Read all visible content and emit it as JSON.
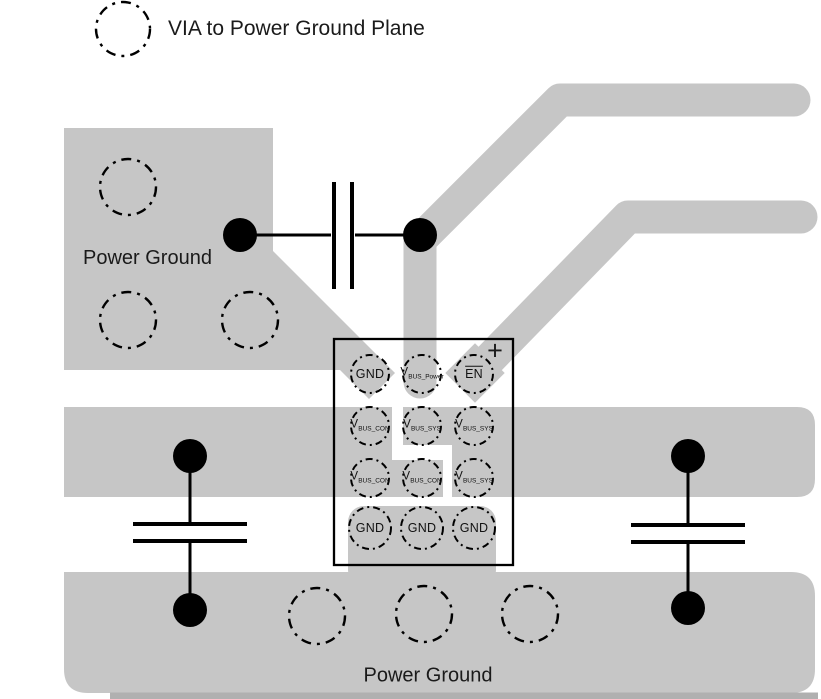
{
  "legend": {
    "label": "VIA to Power Ground Plane"
  },
  "planes": {
    "top_left_label": "Power Ground",
    "bottom_label": "Power Ground"
  },
  "ic": {
    "plus_label": "+",
    "pins": [
      {
        "main": "GND",
        "sub": ""
      },
      {
        "main": "V",
        "sub": "BUS_Power"
      },
      {
        "main": "EN",
        "sub": ""
      },
      {
        "main": "V",
        "sub": "BUS_CON"
      },
      {
        "main": "V",
        "sub": "BUS_SYS"
      },
      {
        "main": "V",
        "sub": "BUS_SYS"
      },
      {
        "main": "V",
        "sub": "BUS_CON"
      },
      {
        "main": "V",
        "sub": "BUS_CON"
      },
      {
        "main": "V",
        "sub": "BUS_SYS"
      },
      {
        "main": "GND",
        "sub": ""
      },
      {
        "main": "GND",
        "sub": ""
      },
      {
        "main": "GND",
        "sub": ""
      }
    ]
  },
  "colors": {
    "plane_gray": "#c6c6c6",
    "plane_edge_gray": "#b0b0b0",
    "line_black": "#000000"
  }
}
